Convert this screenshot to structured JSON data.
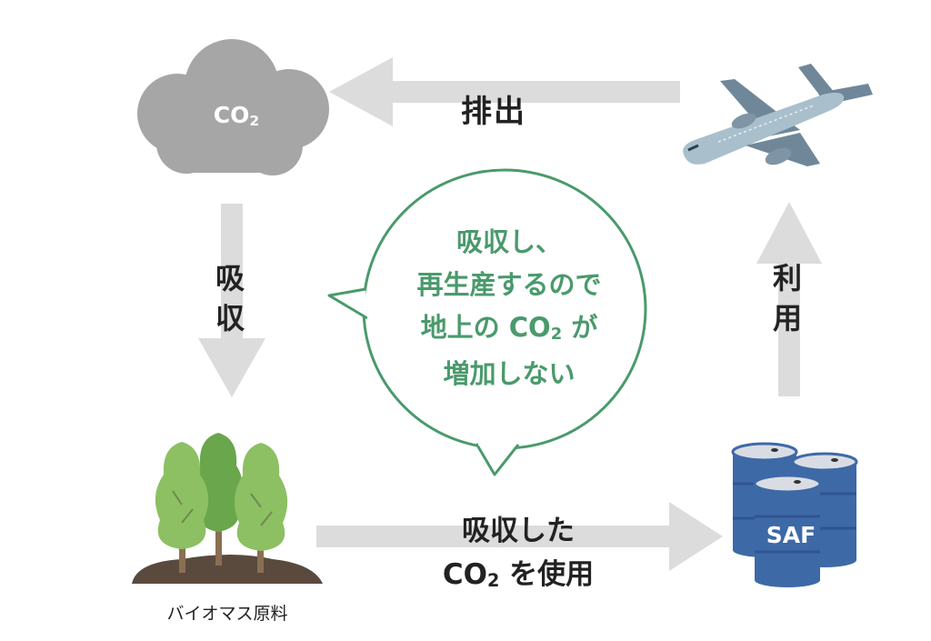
{
  "cloud": {
    "label": "CO",
    "label_sub": "2",
    "icon": "cloud-icon",
    "color": "#a6a6a6"
  },
  "arrows": {
    "color": "#dcdcdc",
    "emit": {
      "label": "排出"
    },
    "absorb": {
      "line1": "吸",
      "line2": "収"
    },
    "use": {
      "line1": "利",
      "line2": "用"
    },
    "absorbed_co2": {
      "line1": "吸収した",
      "line2_pre": "CO",
      "line2_sub": "2",
      "line2_post": " を使用"
    }
  },
  "bubble": {
    "line1": "吸収し、",
    "line2": "再生産するので",
    "line3_pre": "地上の CO",
    "line3_sub": "2",
    "line3_post": " が",
    "line4": "増加しない",
    "color": "#4a9a6c"
  },
  "airplane": {
    "icon": "airplane-icon",
    "color": "#8aa4b4"
  },
  "trees": {
    "icon": "trees-icon",
    "label": "バイオマス原料",
    "colors": [
      "#8cc063",
      "#6aa64c"
    ]
  },
  "barrels": {
    "icon": "barrels-icon",
    "label": "SAF",
    "color": "#3e69a7"
  }
}
